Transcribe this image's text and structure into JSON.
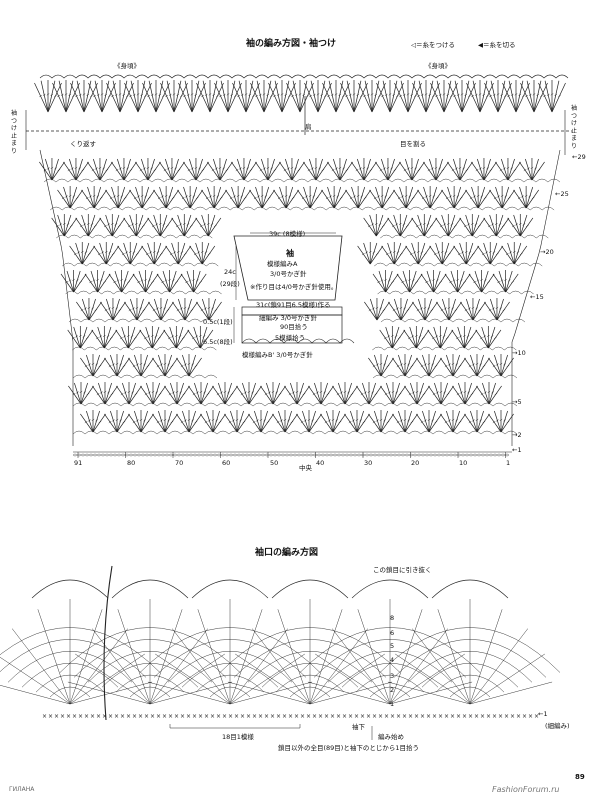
{
  "section1": {
    "title": "袖の編み方図・袖つけ",
    "legend_attach": "＝糸をつける",
    "legend_cut": "＝糸を切る",
    "bodice_left": "《身頃》",
    "bodice_right": "《身頃》",
    "shoulder": "肩",
    "turn_back": "くり返す",
    "divide_stitches": "目を割る",
    "sleeve_attach_left": [
      "袖",
      "つ",
      "け",
      "止",
      "ま",
      "り"
    ],
    "sleeve_attach_right": [
      "袖",
      "つ",
      "け",
      "止",
      "ま",
      "り"
    ],
    "row_numbers": [
      "29",
      "25",
      "20",
      "15",
      "10",
      "5",
      "2",
      "1"
    ],
    "col_numbers": [
      "91",
      "80",
      "70",
      "60",
      "50",
      "40",
      "30",
      "20",
      "10",
      "1"
    ],
    "center": "中央"
  },
  "schematic": {
    "width_top": "39c (8模様)",
    "part_name": "袖",
    "pattern_a": "模様編みA",
    "hook_a": "3/0号かぎ針",
    "note": "※作り目は4/0号かぎ針使用。",
    "height_main": "24c",
    "rows_main": "(29段)",
    "foundation": "31c(鎖91目6.5模様)作る",
    "h_1row": "0.5c(1段)",
    "h_8rows": "6.5c(8段)",
    "edge_knit": "細編み 3/0号かぎ針",
    "edge_count": "90目拾う",
    "pick_up_5": "5模様拾う",
    "pattern_b": "模様編みB' 3/0号かぎ針"
  },
  "section2": {
    "title": "袖口の編み方図",
    "pull_through": "この鎖目に引き抜く",
    "row_numbers": [
      "8",
      "6",
      "5",
      "4",
      "3",
      "2",
      "1"
    ],
    "row1_label": "1",
    "row1_sub": "(細編み)",
    "under_sleeve": "袖下",
    "start": "編み始め",
    "one_pattern": "18目1模様",
    "pickup_note": "鎖目以外の全目(89目)と袖下のとじから1目拾う"
  },
  "footer": {
    "page_number": "89",
    "left_mark": "ГИЛАНА",
    "watermark": "FashionForum.ru"
  }
}
